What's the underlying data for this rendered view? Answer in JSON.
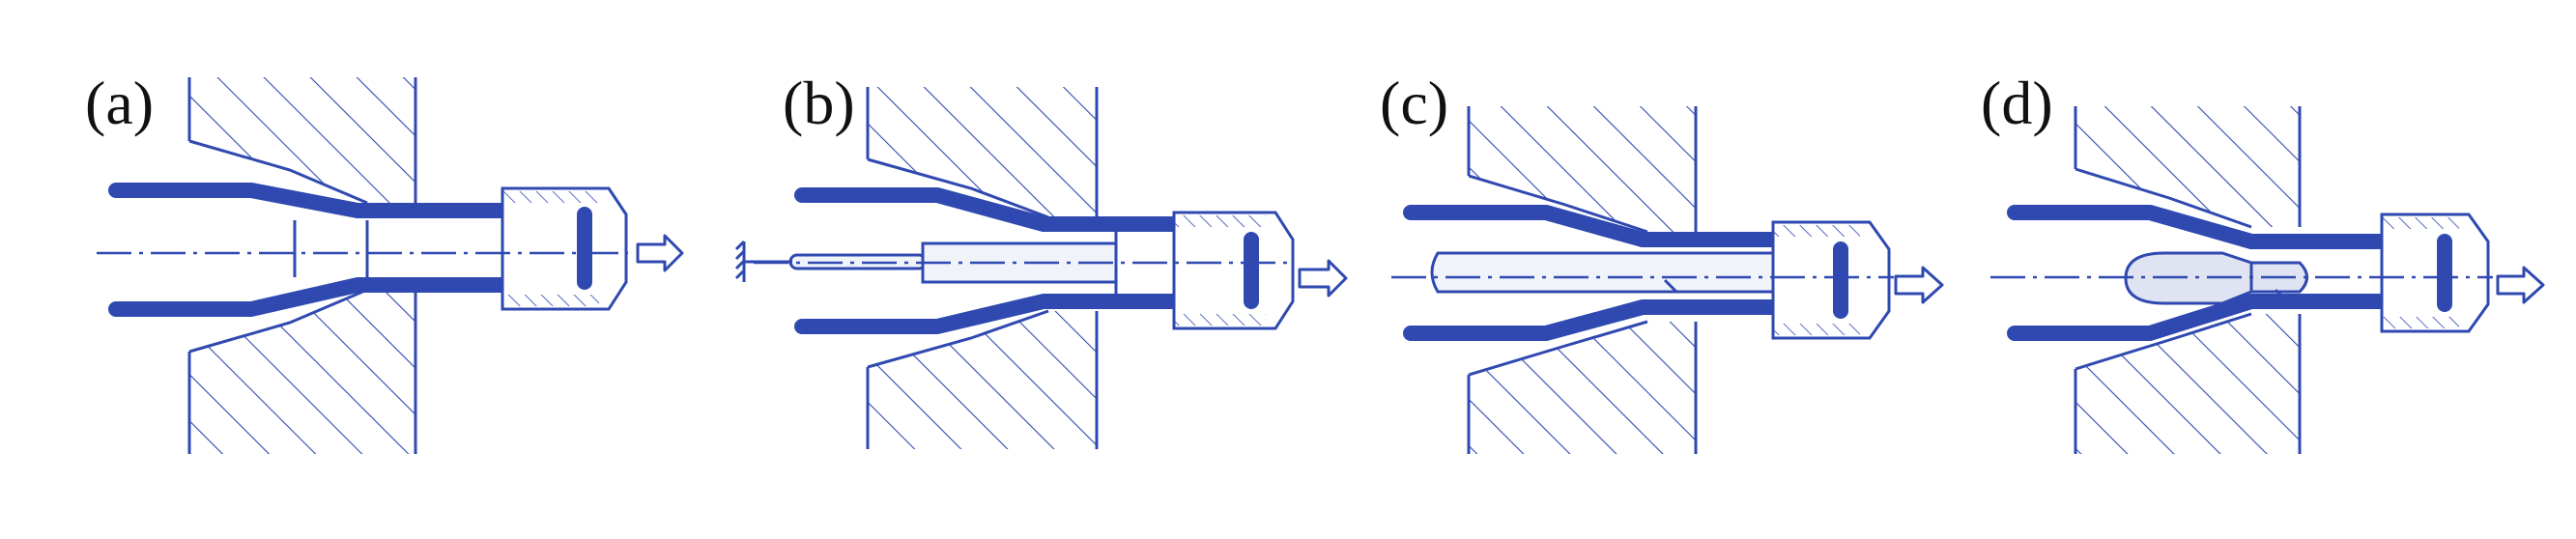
{
  "panels": [
    {
      "id": "a",
      "label": "(a)",
      "method": "hollow-sinking",
      "icons": [
        "outflow-arrow-icon"
      ]
    },
    {
      "id": "b",
      "label": "(b)",
      "method": "fixed-mandrel",
      "icons": [
        "fixed-support-icon",
        "outflow-arrow-icon"
      ]
    },
    {
      "id": "c",
      "label": "(c)",
      "method": "moving-mandrel",
      "icons": [
        "outflow-arrow-icon"
      ]
    },
    {
      "id": "d",
      "label": "(d)",
      "method": "floating-plug",
      "icons": [
        "outflow-arrow-icon"
      ]
    }
  ],
  "colors": {
    "line": "#2f49b0",
    "label": "#111111",
    "background": "#ffffff",
    "mandrel_fill": "#f1f3fb",
    "plug_fill": "#dfe3f2"
  }
}
